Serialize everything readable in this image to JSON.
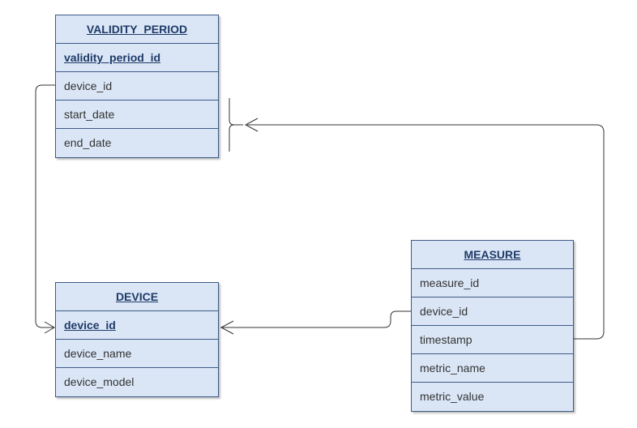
{
  "entities": {
    "validity_period": {
      "title": "VALIDITY_PERIOD",
      "fields": [
        "validity_period_id",
        "device_id",
        "start_date",
        "end_date"
      ]
    },
    "device": {
      "title": "DEVICE",
      "fields": [
        "device_id",
        "device_name",
        "device_model"
      ]
    },
    "measure": {
      "title": "MEASURE",
      "fields": [
        "measure_id",
        "device_id",
        "timestamp",
        "metric_name",
        "metric_value"
      ]
    }
  },
  "relationships": [
    {
      "from": "VALIDITY_PERIOD.device_id",
      "to": "DEVICE.device_id"
    },
    {
      "from": "MEASURE.device_id",
      "to": "DEVICE.device_id"
    },
    {
      "from": "MEASURE.timestamp",
      "to": "VALIDITY_PERIOD.start_date/end_date"
    }
  ]
}
